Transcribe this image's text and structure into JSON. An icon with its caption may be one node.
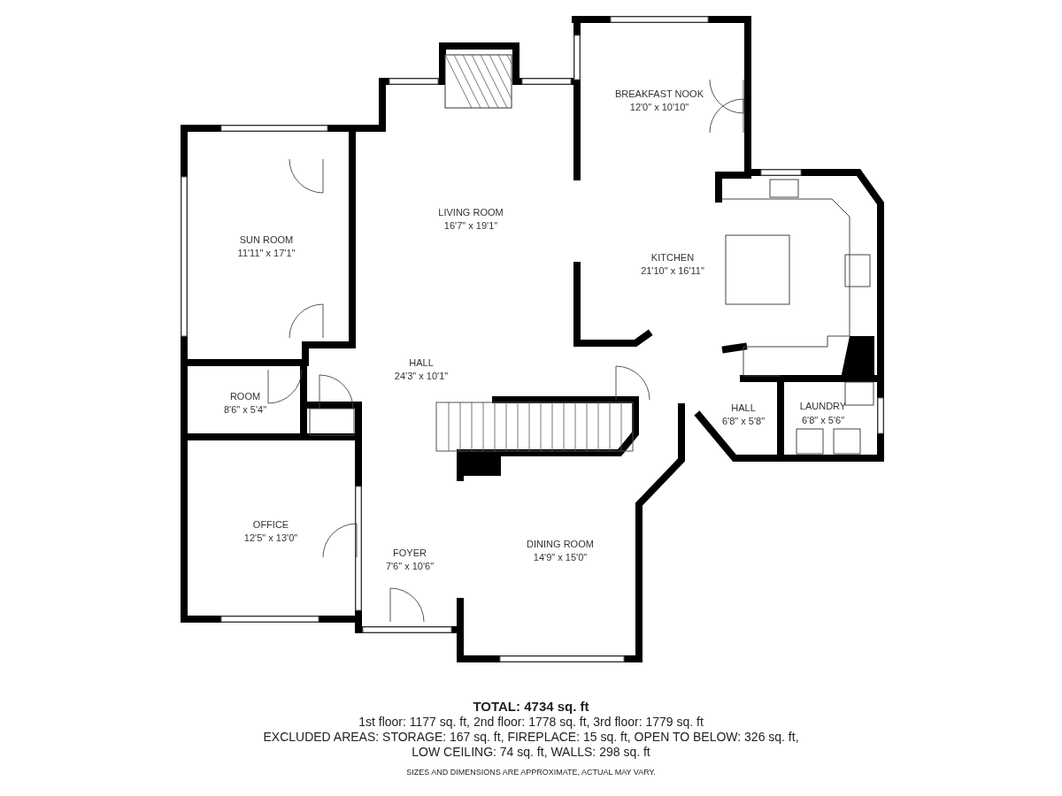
{
  "diagram": {
    "title": "TOTAL: 4734 sq. ft",
    "caption": "SIZES AND DIMENSIONS ARE APPROXIMATE, ACTUAL MAY VARY.",
    "labels": [
      "BREAKFAST NOOK",
      "12'0\" x 10'10\"",
      "LIVING ROOM",
      "16'7\" x 19'1\"",
      "SUN ROOM",
      "11'11\" x 17'1\"",
      "KITCHEN",
      "21'10\" x 16'11\"",
      "HALL",
      "24'3\" x 10'1\"",
      "ROOM",
      "8'6\" x 5'4\"",
      "HALL",
      "6'8\" x 5'8\"",
      "LAUNDRY",
      "6'8\" x 5'6\"",
      "OFFICE",
      "12'5\" x 13'0\"",
      "FOYER",
      "7'6\" x 10'6\"",
      "DINING ROOM",
      "14'9\" x 15'0\"",
      "1st floor: 1177 sq. ft, 2nd floor: 1778 sq. ft, 3rd floor: 1779 sq. ft",
      "EXCLUDED AREAS: STORAGE: 167 sq. ft, FIREPLACE: 15 sq. ft, OPEN TO BELOW: 326 sq. ft, LOW CEILING: 74 sq. ft, WALLS: 298 sq. ft"
    ]
  }
}
